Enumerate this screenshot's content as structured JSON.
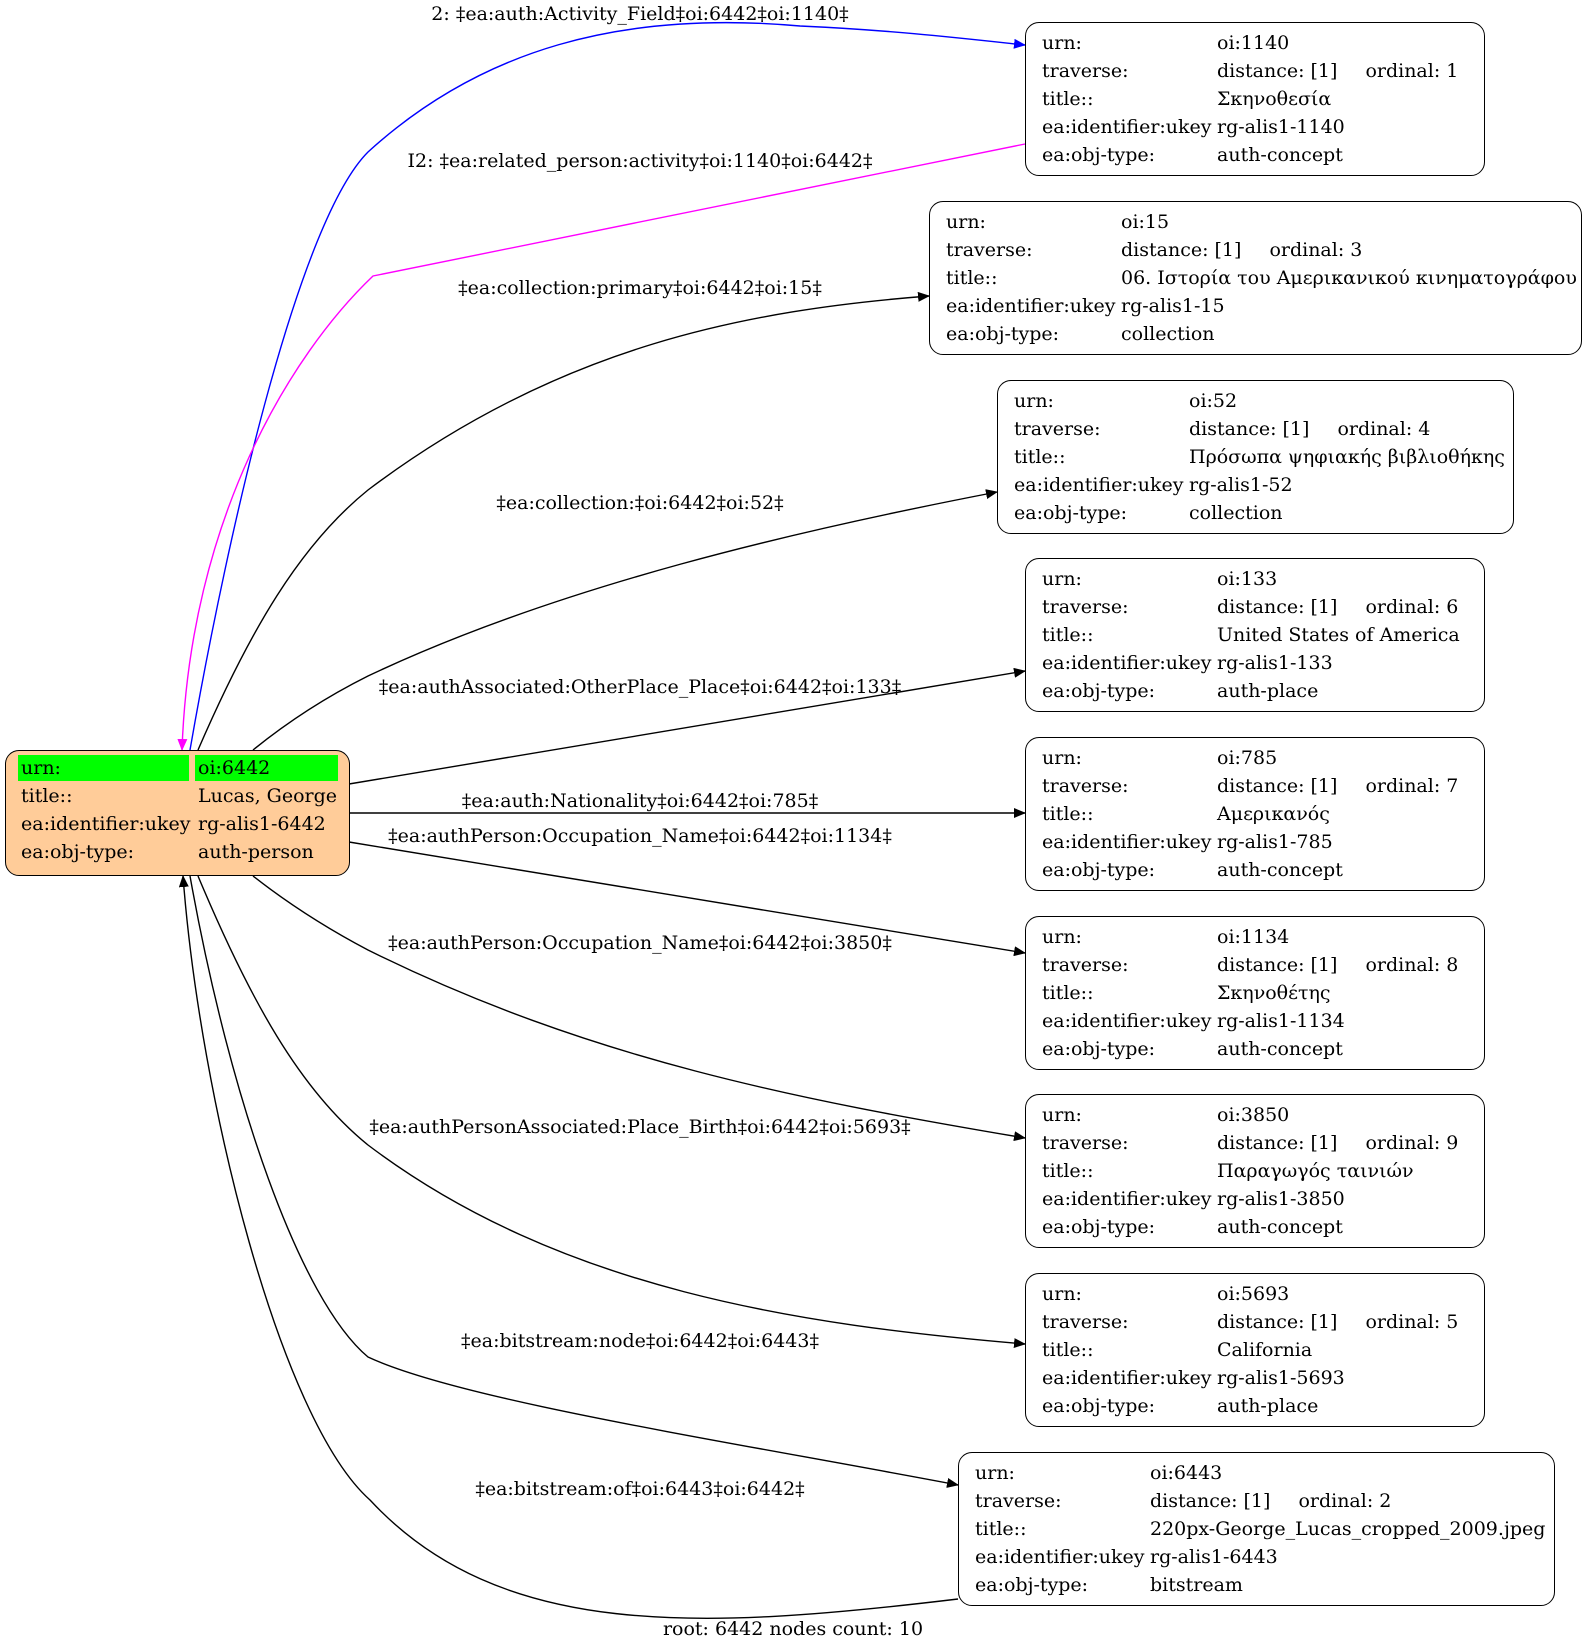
{
  "root_node": {
    "rows": [
      {
        "key": "urn:",
        "value": "oi:6442"
      },
      {
        "key": "title::",
        "value": "Lucas, George"
      },
      {
        "key": "ea:identifier:ukey",
        "value": "rg-alis1-6442"
      },
      {
        "key": "ea:obj-type:",
        "value": "auth-person"
      }
    ],
    "fill_color": "#ffcc99",
    "highlight_color": "#00ff00"
  },
  "labels": {
    "urn": "urn:",
    "traverse": "traverse:",
    "title": "title::",
    "ukey": "ea:identifier:ukey",
    "objtype": "ea:obj-type:"
  },
  "nodes": [
    {
      "urn": "oi:1140",
      "distance": "distance: [1]",
      "ordinal": "ordinal: 1",
      "title": "Σκηνοθεσία",
      "ukey": "rg-alis1-1140",
      "obj_type": "auth-concept"
    },
    {
      "urn": "oi:15",
      "distance": "distance: [1]",
      "ordinal": "ordinal: 3",
      "title": "06. Ιστορία του Αμερικανικού κινηματογράφου",
      "ukey": "rg-alis1-15",
      "obj_type": "collection"
    },
    {
      "urn": "oi:52",
      "distance": "distance: [1]",
      "ordinal": "ordinal: 4",
      "title": "Πρόσωπα ψηφιακής βιβλιοθήκης",
      "ukey": "rg-alis1-52",
      "obj_type": "collection"
    },
    {
      "urn": "oi:133",
      "distance": "distance: [1]",
      "ordinal": "ordinal: 6",
      "title": "United States of America",
      "ukey": "rg-alis1-133",
      "obj_type": "auth-place"
    },
    {
      "urn": "oi:785",
      "distance": "distance: [1]",
      "ordinal": "ordinal: 7",
      "title": "Αμερικανός",
      "ukey": "rg-alis1-785",
      "obj_type": "auth-concept"
    },
    {
      "urn": "oi:1134",
      "distance": "distance: [1]",
      "ordinal": "ordinal: 8",
      "title": "Σκηνοθέτης",
      "ukey": "rg-alis1-1134",
      "obj_type": "auth-concept"
    },
    {
      "urn": "oi:3850",
      "distance": "distance: [1]",
      "ordinal": "ordinal: 9",
      "title": "Παραγωγός ταινιών",
      "ukey": "rg-alis1-3850",
      "obj_type": "auth-concept"
    },
    {
      "urn": "oi:5693",
      "distance": "distance: [1]",
      "ordinal": "ordinal: 5",
      "title": "California",
      "ukey": "rg-alis1-5693",
      "obj_type": "auth-place"
    },
    {
      "urn": "oi:6443",
      "distance": "distance: [1]",
      "ordinal": "ordinal: 2",
      "title": "220px-George_Lucas_cropped_2009.jpeg",
      "ukey": "rg-alis1-6443",
      "obj_type": "bitstream"
    }
  ],
  "edges": [
    {
      "label": "2: ‡ea:auth:Activity_Field‡oi:6442‡oi:1140‡",
      "color": "#0000ff"
    },
    {
      "label": "I2: ‡ea:related_person:activity‡oi:1140‡oi:6442‡",
      "color": "#ff00ff"
    },
    {
      "label": "‡ea:collection:primary‡oi:6442‡oi:15‡",
      "color": "#000000"
    },
    {
      "label": "‡ea:collection:‡oi:6442‡oi:52‡",
      "color": "#000000"
    },
    {
      "label": "‡ea:authAssociated:OtherPlace_Place‡oi:6442‡oi:133‡",
      "color": "#000000"
    },
    {
      "label": "‡ea:auth:Nationality‡oi:6442‡oi:785‡",
      "color": "#000000"
    },
    {
      "label": "‡ea:authPerson:Occupation_Name‡oi:6442‡oi:1134‡",
      "color": "#000000"
    },
    {
      "label": "‡ea:authPerson:Occupation_Name‡oi:6442‡oi:3850‡",
      "color": "#000000"
    },
    {
      "label": "‡ea:authPersonAssociated:Place_Birth‡oi:6442‡oi:5693‡",
      "color": "#000000"
    },
    {
      "label": "‡ea:bitstream:node‡oi:6442‡oi:6443‡",
      "color": "#000000"
    },
    {
      "label": "‡ea:bitstream:of‡oi:6443‡oi:6442‡",
      "color": "#000000"
    }
  ],
  "footer": "root: 6442 nodes count: 10"
}
